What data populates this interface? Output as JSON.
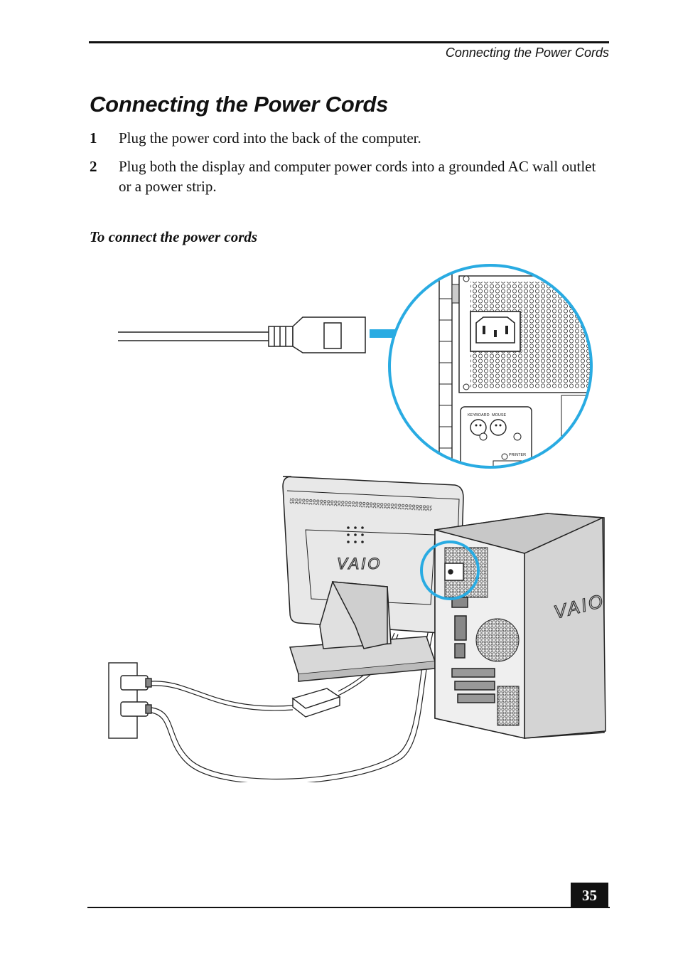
{
  "header": {
    "running_title": "Connecting the Power Cords"
  },
  "title": "Connecting the Power Cords",
  "steps": [
    {
      "number": "1",
      "text": "Plug the power cord into the back of the computer."
    },
    {
      "number": "2",
      "text": "Plug both the display and computer power cords into a grounded AC wall outlet or a power strip."
    }
  ],
  "procedure_heading": "To connect the power cords",
  "figure": {
    "port_labels": {
      "keyboard": "KEYBOARD",
      "mouse": "MOUSE",
      "printer": "PRINTER"
    },
    "brand_mark": "VAIO",
    "highlight_color": "#29abe2"
  },
  "footer": {
    "page_number": "35"
  }
}
